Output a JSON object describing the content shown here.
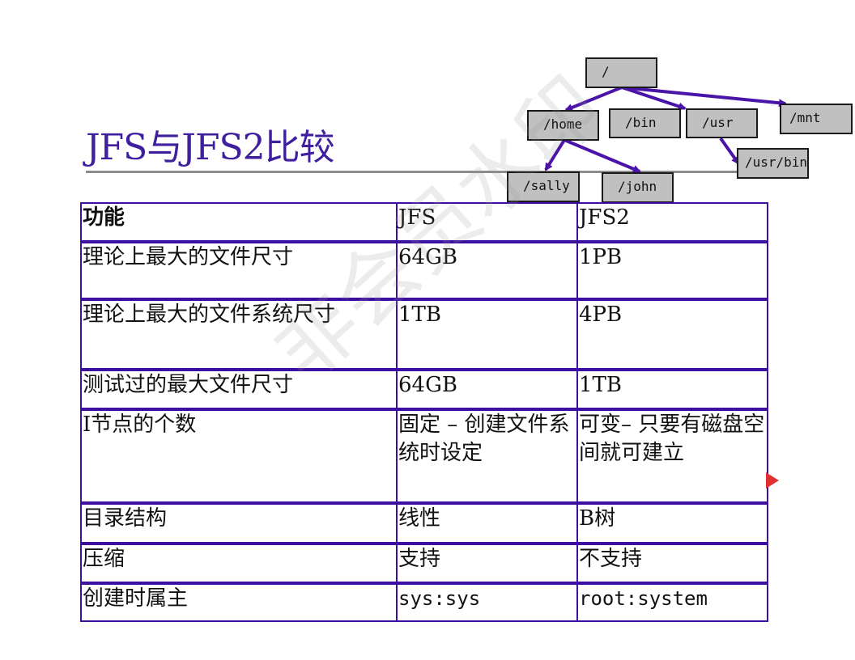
{
  "slide": {
    "title": "JFS与JFS2比较",
    "watermark": "非会员水印"
  },
  "tree": {
    "root": "/",
    "home": "/home",
    "bin": "/bin",
    "usr": "/usr",
    "mnt": "/mnt",
    "usr_bin": "/usr/bin",
    "sally": "/sally",
    "john": "/john"
  },
  "table": {
    "headers": [
      "功能",
      "JFS",
      "JFS2"
    ],
    "rows": [
      [
        "理论上最大的文件尺寸",
        "64GB",
        "1PB"
      ],
      [
        "理论上最大的文件系统尺寸",
        "1TB",
        "4PB"
      ],
      [
        "测试过的最大文件尺寸",
        "64GB",
        "1TB"
      ],
      [
        "I节点的个数",
        "固定 – 创建文件系统时设定",
        "可变– 只要有磁盘空间就可建立"
      ],
      [
        "目录结构",
        "线性",
        "B树"
      ],
      [
        "压缩",
        "支持",
        "不支持"
      ],
      [
        "创建时属主",
        "sys:sys",
        "root:system"
      ]
    ]
  },
  "colors": {
    "title": "#3f1f9e",
    "table_border": "#3d0fa0",
    "arrow": "#4a14a8",
    "node_fill": "#c0c0c0"
  }
}
